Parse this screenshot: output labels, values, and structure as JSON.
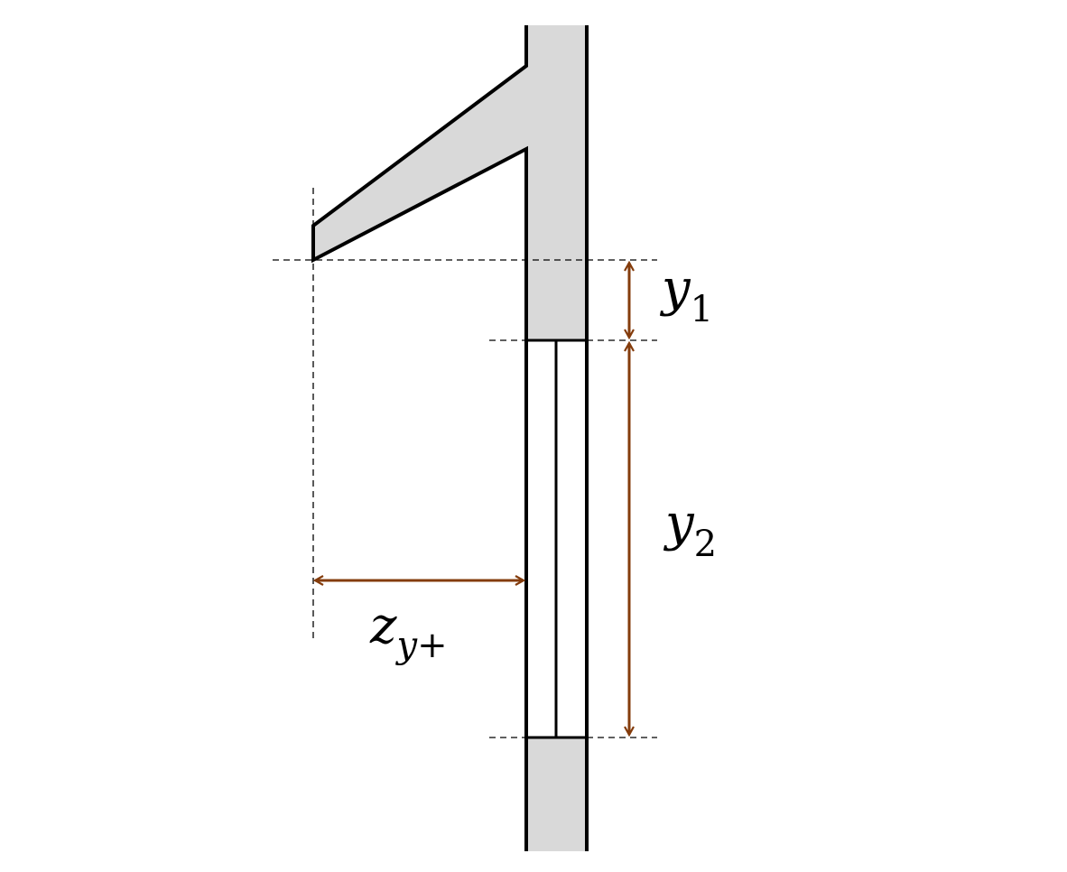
{
  "colors": {
    "fill": "#d9d9d9",
    "stroke": "#000000",
    "arrow": "#843c0c"
  },
  "labels": {
    "y1": {
      "main": "y",
      "sub": "1"
    },
    "y2": {
      "main": "y",
      "sub": "2"
    },
    "zy": {
      "main": "z",
      "sub": "y+"
    }
  }
}
